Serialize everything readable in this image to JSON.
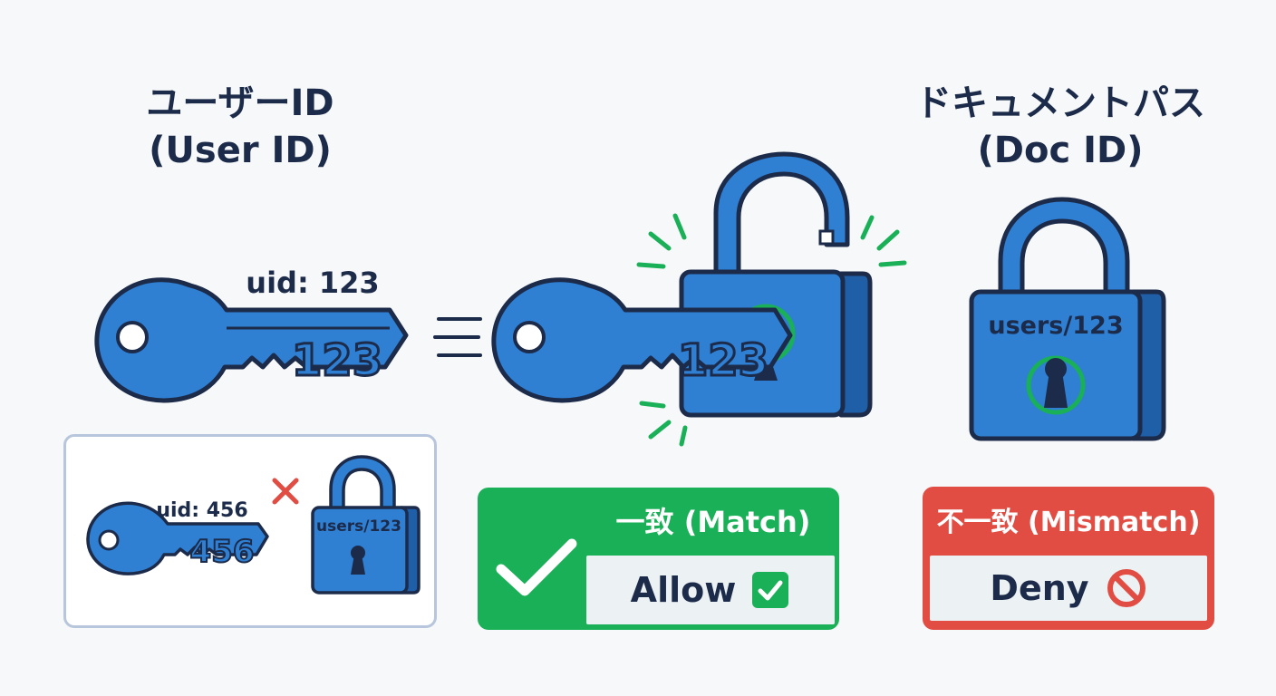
{
  "headings": {
    "user_id_ja": "ユーザーID",
    "user_id_en": "(User ID)",
    "doc_path_ja": "ドキュメントパス",
    "doc_path_en": "(Doc ID)"
  },
  "keys": {
    "main_label": "uid: 123",
    "main_blade": "123",
    "inserted_blade": "123",
    "small_label": "uid: 456",
    "small_blade": "456"
  },
  "locks": {
    "doc_lock_label": "users/123",
    "small_lock_label": "users/123"
  },
  "match": {
    "title": "一致 (Match)",
    "result": "Allow"
  },
  "mismatch": {
    "title": "不一致 (Mismatch)",
    "result": "Deny"
  },
  "colors": {
    "key_blue": "#2f7fd3",
    "outline_navy": "#1c2b4a",
    "success_green": "#19b058",
    "error_red": "#e14c43",
    "background": "#f7f8f9"
  }
}
